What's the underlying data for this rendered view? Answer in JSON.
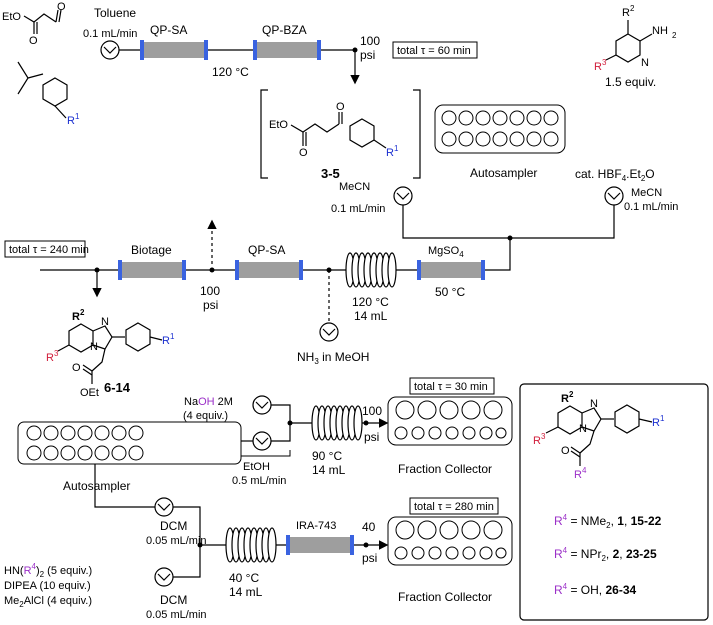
{
  "stage1": {
    "solvent": "Toluene",
    "flow": "0.1 mL/min",
    "reactor1": "QP-SA",
    "reactor2": "QP-BZA",
    "temp": "120 °C",
    "pressure_value": "100",
    "pressure_unit": "psi",
    "residence": "total τ = 60 min",
    "glyoxylate_label": "EtO",
    "ketone_sub": "R",
    "ketone_sub_sup": "1"
  },
  "intermediate": {
    "label": "3-5",
    "eto": "EtO",
    "r1": "R",
    "r1_sup": "1"
  },
  "autosampler1": {
    "label": "Autosampler"
  },
  "aminopyridine": {
    "r2": "R",
    "r2_sup": "2",
    "nh2": "NH",
    "nh2_sub": "2",
    "r3": "R",
    "r3_sup": "3",
    "n": "N",
    "equiv": "1.5 equiv.",
    "catalyst": "cat. HBF",
    "catalyst_sub": "4",
    "catalyst_tail": ".Et",
    "catalyst_sub2": "2",
    "catalyst_end": "O"
  },
  "pumps_stage2": {
    "left_solvent": "MeCN",
    "left_flow": "0.1 mL/min",
    "right_solvent": "MeCN",
    "right_flow": "0.1 mL/min"
  },
  "stage2": {
    "residence": "total τ = 240 min",
    "biotage": "Biotage",
    "qp_sa": "QP-SA",
    "mgso4": "MgSO",
    "mgso4_sub": "4",
    "mgso4_temp": "50 °C",
    "coil_temp": "120 °C",
    "coil_vol": "14 mL",
    "pressure_value": "100",
    "pressure_unit": "psi",
    "ammonia": "NH",
    "ammonia_sub": "3",
    "ammonia_tail": " in MeOH"
  },
  "product1": {
    "label": "6-14",
    "r2": "R",
    "r2_sup": "2",
    "r3": "R",
    "r3_sup": "3",
    "r1": "R",
    "r1_sup": "1",
    "oet": "OEt"
  },
  "stage3a": {
    "naoh_pre": "Na",
    "naoh_oh": "OH",
    "naoh_post": " 2M",
    "naoh_equiv": "(4 equiv.)",
    "etoh": "EtOH",
    "etoh_flow": "0.5 mL/min",
    "coil_temp": "90 °C",
    "coil_vol": "14 mL",
    "pressure_value": "100",
    "pressure_unit": "psi",
    "residence": "total τ = 30 min",
    "collector": "Fraction Collector"
  },
  "autosampler2": {
    "label": "Autosampler"
  },
  "stage3b": {
    "dcm1": "DCM",
    "dcm1_flow": "0.05 mL/min",
    "dcm2": "DCM",
    "dcm2_flow": "0.05 mL/min",
    "reagent1_pre": "HN(",
    "reagent1_r": "R",
    "reagent1_sup": "4",
    "reagent1_post": ")",
    "reagent1_sub": "2",
    "reagent1_equiv": " (5 equiv.)",
    "reagent2": "DIPEA (10 equiv.)",
    "reagent3_pre": "Me",
    "reagent3_sub": "2",
    "reagent3_post": "AlCl (4 equiv.)",
    "coil_temp": "40 °C",
    "coil_vol": "14 mL",
    "resin": "IRA-743",
    "pressure_value": "40",
    "pressure_unit": "psi",
    "residence": "total τ = 280 min",
    "collector": "Fraction Collector"
  },
  "legend": {
    "r2": "R",
    "r2_sup": "2",
    "r3": "R",
    "r3_sup": "3",
    "r1": "R",
    "r1_sup": "1",
    "r4": "R",
    "r4_sup": "4",
    "rows": [
      {
        "r": "R",
        "sup": "4",
        "text": " = NMe",
        "sub": "2",
        "tail": ", ",
        "b1": "1",
        "sep": ", ",
        "b2": "15-22"
      },
      {
        "r": "R",
        "sup": "4",
        "text": " = NPr",
        "sub": "2",
        "tail": ", ",
        "b1": "2",
        "sep": ", ",
        "b2": "23-25"
      },
      {
        "r": "R",
        "sup": "4",
        "text": " = OH, ",
        "sub": "",
        "tail": "",
        "b1": "",
        "sep": "",
        "b2": "26-34"
      }
    ]
  },
  "colors": {
    "reactor": "#9e9e9e",
    "flange": "#3a63e0",
    "r1": "#1a2fd0",
    "r3": "#d11c3a",
    "r4": "#9b30c8",
    "line": "#000000"
  }
}
